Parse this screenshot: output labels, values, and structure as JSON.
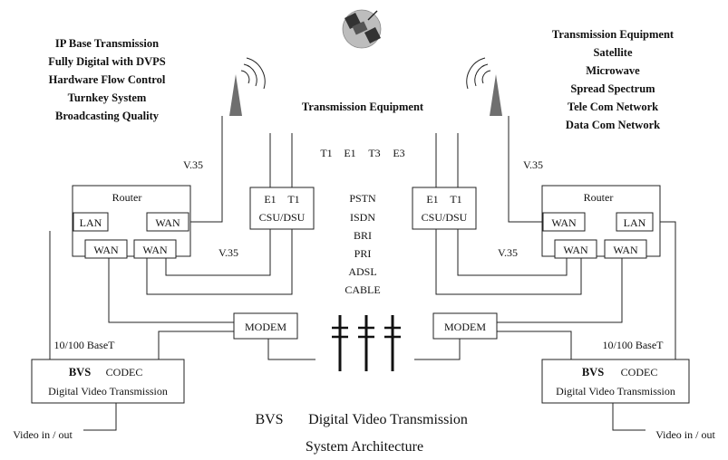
{
  "features_left": [
    "IP Base Transmission",
    "Fully Digital with DVPS",
    "Hardware Flow Control",
    "Turnkey System",
    "Broadcasting Quality"
  ],
  "features_right": [
    "Transmission Equipment",
    "Satellite",
    "Microwave",
    "Spread Spectrum",
    "Tele Com Network",
    "Data Com Network"
  ],
  "center": {
    "transmission_equipment": "Transmission Equipment",
    "t_lines": [
      "T1",
      "E1",
      "T3",
      "E3"
    ],
    "services": [
      "PSTN",
      "ISDN",
      "BRI",
      "PRI",
      "ADSL",
      "CABLE"
    ]
  },
  "labels": {
    "v35": "V.35",
    "router": "Router",
    "lan": "LAN",
    "wan": "WAN",
    "e1": "E1",
    "t1": "T1",
    "csu_dsu": "CSU/DSU",
    "modem": "MODEM",
    "baset": "10/100 BaseT",
    "bvs": "BVS",
    "codec": "CODEC",
    "dvt": "Digital Video Transmission",
    "video_io": "Video in / out"
  },
  "title": {
    "line1_bvs": "BVS",
    "line1_rest": "Digital Video Transmission",
    "line2": "System Architecture"
  }
}
